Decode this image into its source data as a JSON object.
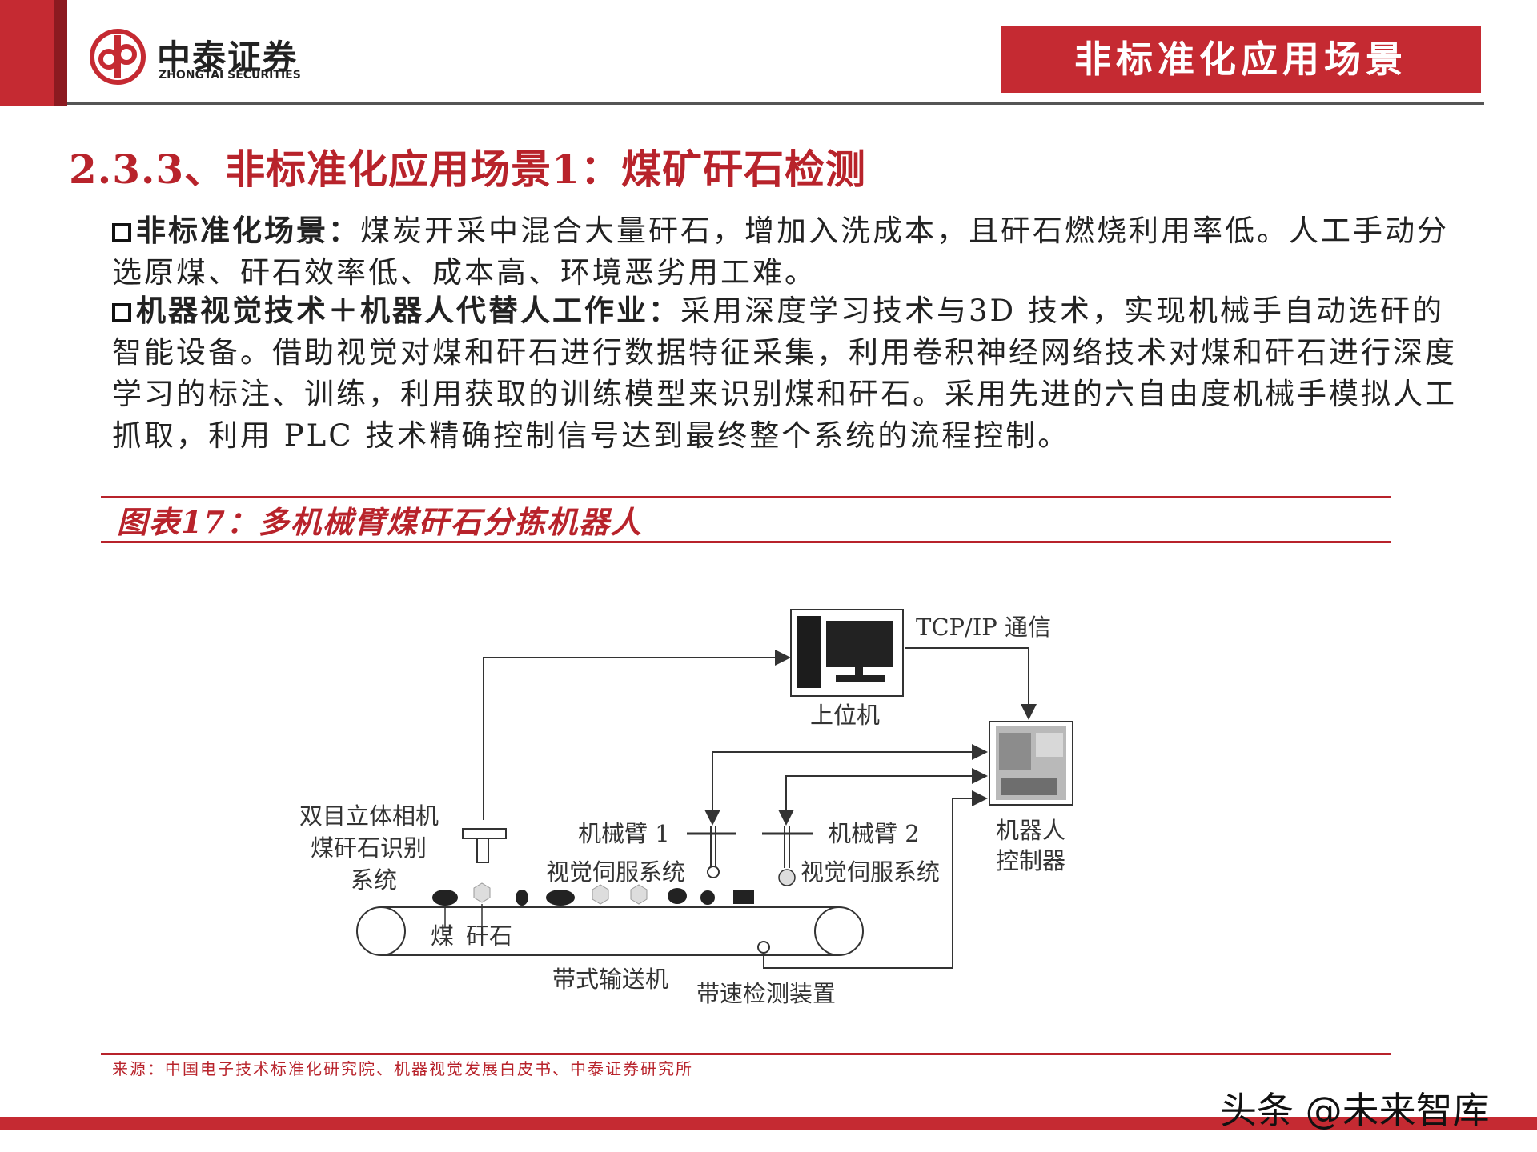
{
  "header": {
    "logo_cn": "中泰证券",
    "logo_en": "ZHONGTAI SECURITIES",
    "tag": "非标准化应用场景",
    "brand_color": "#c52a32"
  },
  "section_title": "2.3.3、非标准化应用场景1：煤矿矸石检测",
  "paragraphs": [
    {
      "lead": "非标准化场景：",
      "text": "煤炭开采中混合大量矸石，增加入洗成本，且矸石燃烧利用率低。人工手动分选原煤、矸石效率低、成本高、环境恶劣用工难。"
    },
    {
      "lead": "机器视觉技术＋机器人代替人工作业：",
      "text": "采用深度学习技术与3D 技术，实现机械手自动选矸的智能设备。借助视觉对煤和矸石进行数据特征采集，利用卷积神经网络技术对煤和矸石进行深度学习的标注、训练，利用获取的训练模型来识别煤和矸石。采用先进的六自由度机械手模拟人工抓取，利用 PLC 技术精确控制信号达到最终整个系统的流程控制。"
    }
  ],
  "figure": {
    "title": "图表17：多机械臂煤矸石分拣机器人",
    "labels": {
      "tcp": "TCP/IP 通信",
      "host": "上位机",
      "controller_l1": "机器人",
      "controller_l2": "控制器",
      "camera_l1": "双目立体相机",
      "camera_l2": "煤矸石识别",
      "camera_l3": "系统",
      "arm1": "机械臂 1",
      "arm2": "机械臂 2",
      "servo1": "视觉伺服系统",
      "servo2": "视觉伺服系统",
      "coal": "煤",
      "gangue": "矸石",
      "conveyor": "带式输送机",
      "speed": "带速检测装置"
    }
  },
  "source": "来源：中国电子技术标准化研究院、机器视觉发展白皮书、中泰证券研究所",
  "watermark": "头条 @未来智库"
}
